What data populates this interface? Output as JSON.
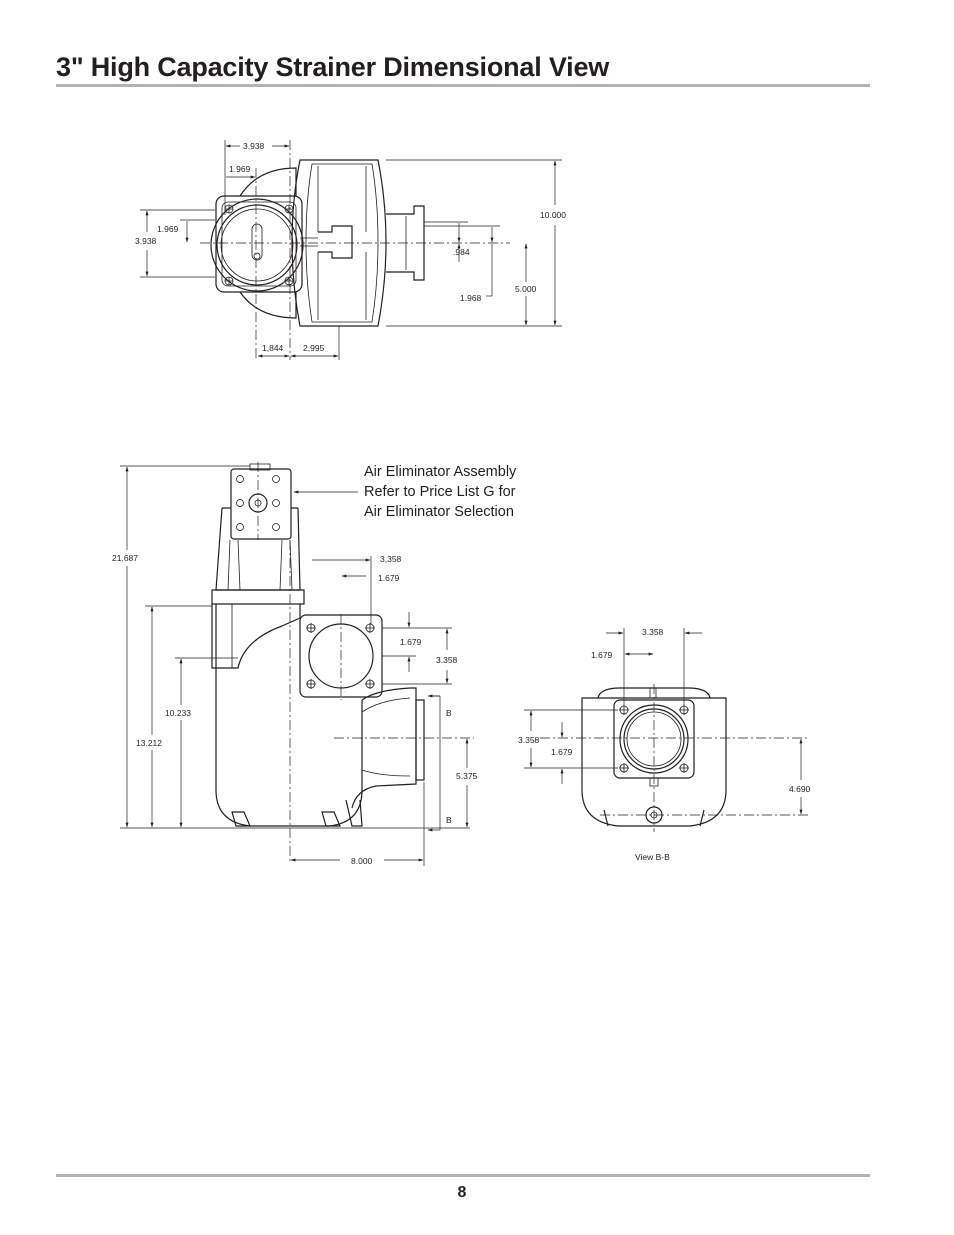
{
  "page": {
    "title": "3\" High Capacity Strainer Dimensional View",
    "number": "8"
  },
  "top_view": {
    "dims": {
      "d3938_h": "3.938",
      "d1969_h": "1.969",
      "d1969_v": "1.969",
      "d3938_v": "3.938",
      "d984": ".984",
      "d1968": "1.968",
      "d10000": "10.000",
      "d5000": "5.000",
      "d1844": "1,844",
      "d2995": "2,995"
    }
  },
  "side_view": {
    "callout": {
      "line1": "Air Eliminator Assembly",
      "line2": "Refer to Price List G for",
      "line3": "Air Eliminator Selection"
    },
    "dims": {
      "d21687": "21.687",
      "d13212": "13.212",
      "d10233": "10.233",
      "d3358_top": "3,358",
      "d1679_top": "1.679",
      "d1679_right": "1.679",
      "d3358_right": "3.358",
      "d5375": "5.375",
      "d8000": "8.000",
      "section_b_top": "B",
      "section_b_bottom": "B"
    }
  },
  "view_bb": {
    "caption": "View  B-B",
    "dims": {
      "d3358_top": "3.358",
      "d1679_top": "1.679",
      "d3358_left": "3.358",
      "d1679_left": "1.679",
      "d4690": "4.690"
    }
  }
}
